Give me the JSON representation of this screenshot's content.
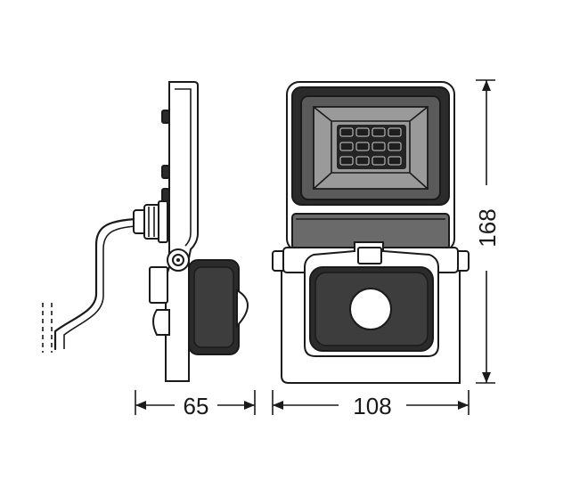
{
  "dimensions": {
    "side_depth": "65",
    "front_width": "108",
    "front_height": "168"
  },
  "colors": {
    "line": "#1a1a1a",
    "housing": "#5a5a5a",
    "dark": "#2b2b2b",
    "background": "#ffffff"
  }
}
